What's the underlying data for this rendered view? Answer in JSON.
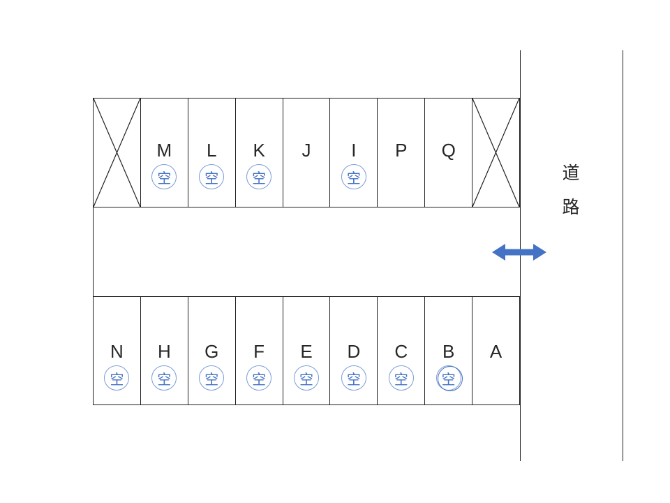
{
  "road": {
    "chars": [
      "道",
      "路"
    ]
  },
  "vacant_char": "空",
  "top_row": {
    "cells": [
      {
        "type": "blocked"
      },
      {
        "label": "M",
        "vacant": true
      },
      {
        "label": "L",
        "vacant": true
      },
      {
        "label": "K",
        "vacant": true
      },
      {
        "label": "J",
        "vacant": false
      },
      {
        "label": "I",
        "vacant": true
      },
      {
        "label": "P",
        "vacant": false
      },
      {
        "label": "Q",
        "vacant": false
      },
      {
        "type": "blocked"
      }
    ]
  },
  "bottom_row": {
    "cells": [
      {
        "label": "N",
        "vacant": true
      },
      {
        "label": "H",
        "vacant": true
      },
      {
        "label": "G",
        "vacant": true
      },
      {
        "label": "F",
        "vacant": true
      },
      {
        "label": "E",
        "vacant": true
      },
      {
        "label": "D",
        "vacant": true
      },
      {
        "label": "C",
        "vacant": true
      },
      {
        "label": "B",
        "vacant": true,
        "double_ring": true
      },
      {
        "label": "A",
        "vacant": false
      }
    ]
  },
  "colors": {
    "accent_blue": "#4472C4",
    "badge_text_blue": "#4472C4",
    "badge_ring_blue": "#7a9cd8",
    "line_black": "#1f1f1f"
  }
}
